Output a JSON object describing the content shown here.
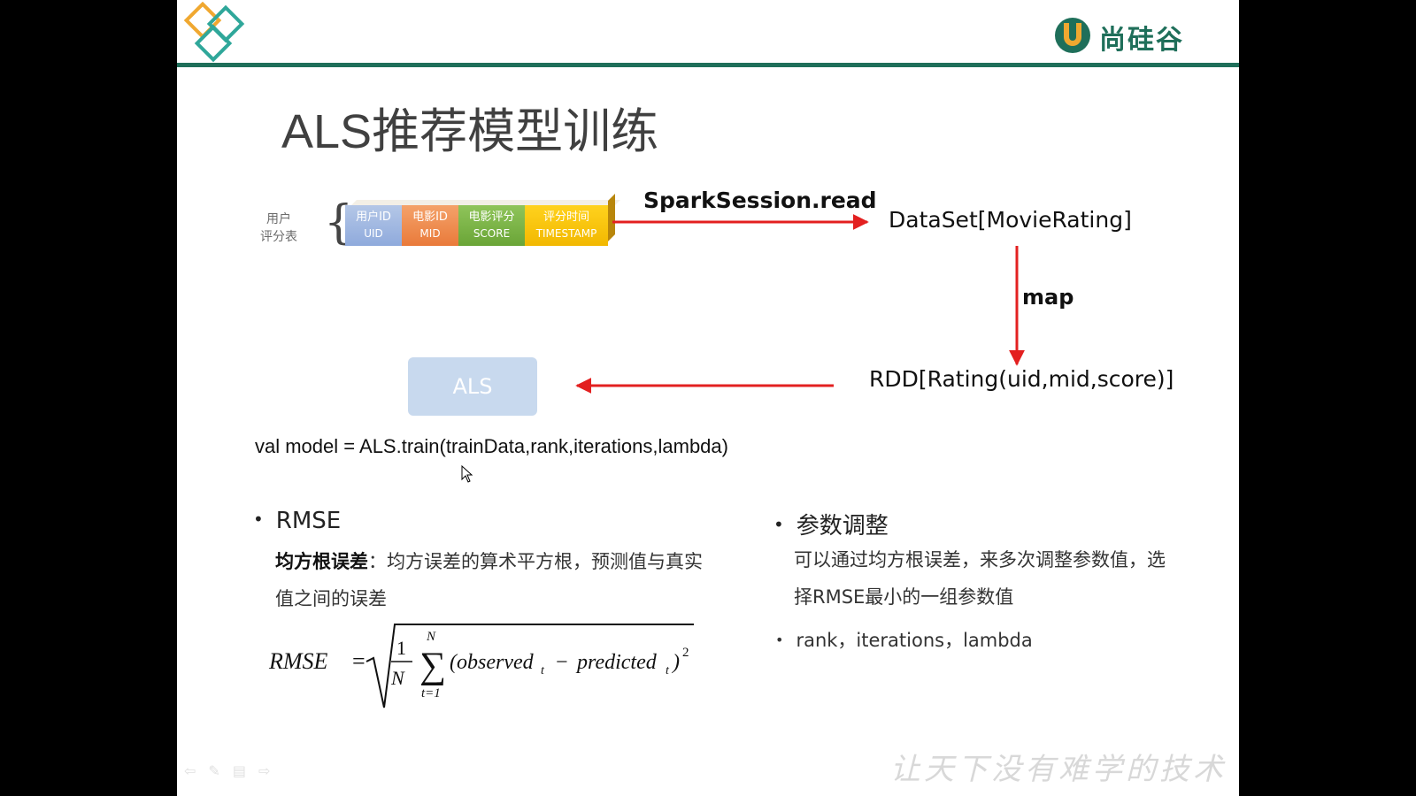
{
  "title": "ALS推荐模型训练",
  "brand": {
    "name": "尚硅谷"
  },
  "table": {
    "label_line1": "用户",
    "label_line2": "评分表",
    "columns": [
      {
        "top": "用户ID",
        "bottom": "UID",
        "color": "#8faadc"
      },
      {
        "top": "电影ID",
        "bottom": "MID",
        "color": "#e97a3a"
      },
      {
        "top": "电影评分",
        "bottom": "SCORE",
        "color": "#6aa537"
      },
      {
        "top": "评分时间",
        "bottom": "TIMESTAMP",
        "color": "#f2b800"
      }
    ]
  },
  "flow": {
    "spark_read": "SparkSession.read",
    "dataset": "DataSet[MovieRating]",
    "map": "map",
    "rdd": "RDD[Rating(uid,mid,score)]",
    "als": "ALS",
    "arrow_color": "#e32020"
  },
  "code": "val model = ALS.train(trainData,rank,iterations,lambda)",
  "rmse": {
    "heading": "RMSE",
    "term": "均方根误差",
    "desc_rest": "：均方误差的算术平方根，预测值与真实值之间的误差",
    "formula": {
      "lhs": "RMSE",
      "frac_num": "1",
      "frac_den": "N",
      "sum_upper": "N",
      "sum_lower": "t=1",
      "body": "(observed",
      "sub1": "t",
      "minus": "−",
      "body2": "predicted",
      "sub2": "t",
      "close": ")",
      "power": "2"
    }
  },
  "params": {
    "heading": "参数调整",
    "desc": "可以通过均方根误差，来多次调整参数值，选择RMSE最小的一组参数值",
    "list_item": "rank，iterations，lambda"
  },
  "watermark": "让天下没有难学的技术",
  "nav_icons": [
    "back-icon",
    "pen-icon",
    "menu-icon",
    "forward-icon"
  ]
}
